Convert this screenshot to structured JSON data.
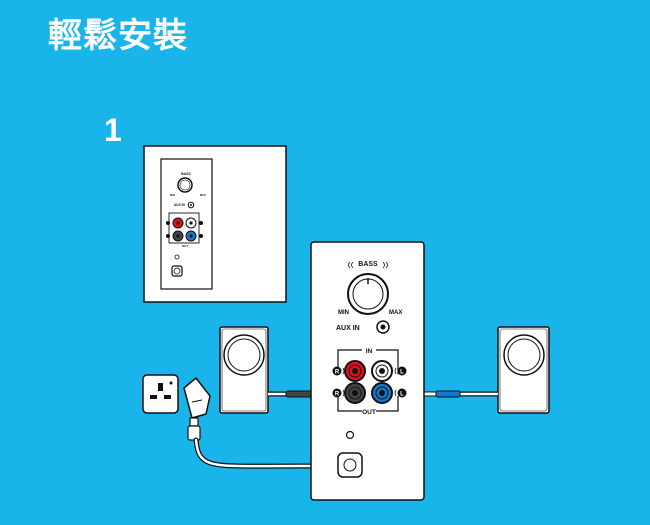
{
  "title": "輕鬆安裝",
  "step_number": "1",
  "panel": {
    "bass_label": "BASS",
    "min_label": "MIN",
    "max_label": "MAX",
    "aux_in_label": "AUX IN",
    "in_label": "IN",
    "out_label": "OUT",
    "left_marker": "L",
    "right_marker": "R"
  },
  "colors": {
    "background": "#18b4ea",
    "in_right_jack": "#e3101a",
    "in_left_jack": "#ffffff",
    "out_right_jack": "#444444",
    "out_left_jack": "#1577d0"
  }
}
